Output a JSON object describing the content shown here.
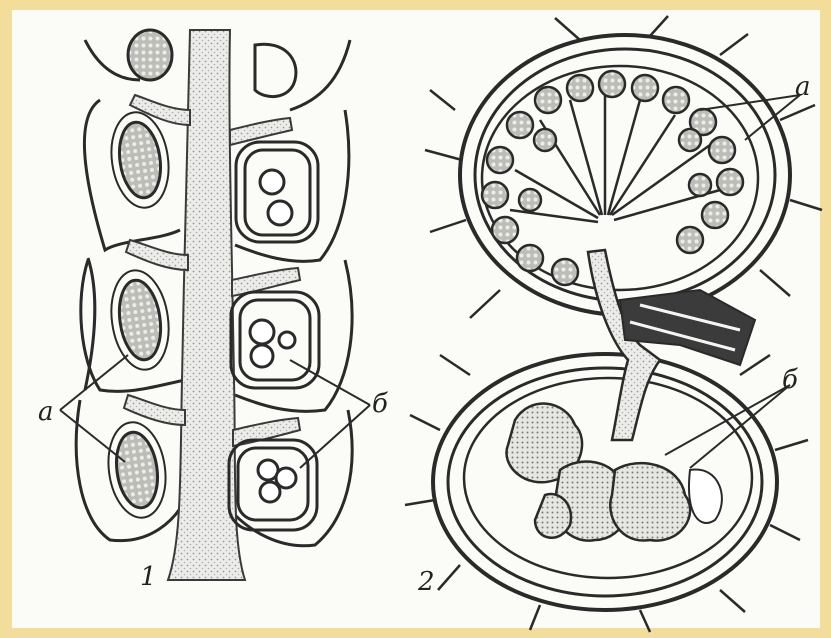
{
  "figures": [
    {
      "id": "fig1",
      "number": "1",
      "labels": {
        "a": "a",
        "b": "б"
      }
    },
    {
      "id": "fig2",
      "number": "2",
      "labels": {
        "a": "a",
        "b": "б"
      }
    }
  ],
  "colors": {
    "frame": "#f3dd9a",
    "paper": "#fbfbf8",
    "ink": "#2a2a2a",
    "stipple": "#d9d9d4"
  }
}
